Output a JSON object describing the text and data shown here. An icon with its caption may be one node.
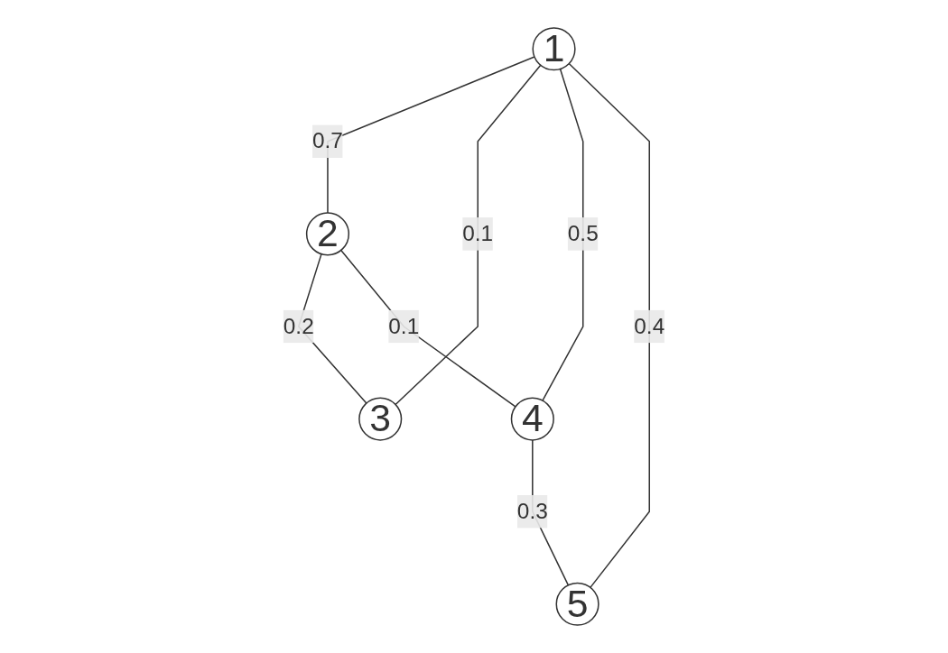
{
  "diagram": {
    "nodes": [
      {
        "text": [
          "1"
        ]
      },
      {
        "text": [
          "2"
        ]
      },
      {
        "text": [
          "3"
        ]
      },
      {
        "text": [
          "4"
        ]
      },
      {
        "text": [
          "5"
        ]
      }
    ],
    "edges": [
      {
        "from": 0,
        "to": 1,
        "arrow": "none",
        "label": "0.7"
      },
      {
        "from": 0,
        "to": 2,
        "arrow": "none",
        "label": "0.1"
      },
      {
        "from": 1,
        "to": 2,
        "arrow": "none",
        "label": "0.2"
      },
      {
        "from": 0,
        "to": 3,
        "arrow": "none",
        "label": "0.5"
      },
      {
        "from": 0,
        "to": 4,
        "arrow": "none",
        "label": "0.4"
      },
      {
        "from": 1,
        "to": 3,
        "arrow": "none",
        "label": "0.1"
      },
      {
        "from": 3,
        "to": 4,
        "arrow": "none",
        "label": "0.3"
      }
    ]
  }
}
